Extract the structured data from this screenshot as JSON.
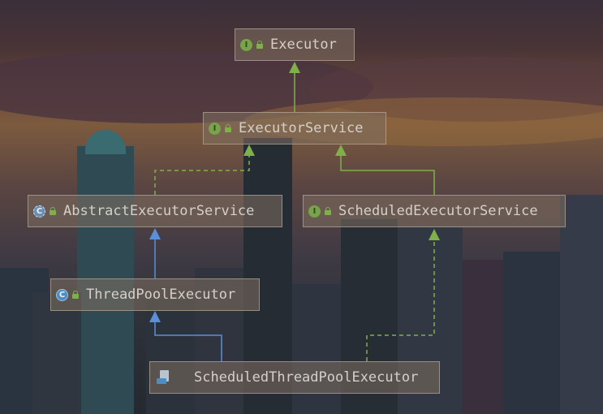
{
  "nodes": {
    "executor": {
      "name": "Executor",
      "icon": "interface-icon",
      "icon_letter": "I"
    },
    "executor_service": {
      "name": "ExecutorService",
      "icon": "interface-icon",
      "icon_letter": "I"
    },
    "abstract_executor_service": {
      "name": "AbstractExecutorService",
      "icon": "abstract-class-icon",
      "icon_letter": "C"
    },
    "scheduled_executor_service": {
      "name": "ScheduledExecutorService",
      "icon": "interface-icon",
      "icon_letter": "I"
    },
    "thread_pool_executor": {
      "name": "ThreadPoolExecutor",
      "icon": "class-icon",
      "icon_letter": "C"
    },
    "scheduled_thread_pool_executor": {
      "name": "ScheduledThreadPoolExecutor",
      "icon": "class-file-icon"
    }
  },
  "relations": [
    {
      "from": "executor_service",
      "to": "executor",
      "kind": "extends-interface"
    },
    {
      "from": "abstract_executor_service",
      "to": "executor_service",
      "kind": "implements"
    },
    {
      "from": "scheduled_executor_service",
      "to": "executor_service",
      "kind": "extends-interface"
    },
    {
      "from": "thread_pool_executor",
      "to": "abstract_executor_service",
      "kind": "extends"
    },
    {
      "from": "scheduled_thread_pool_executor",
      "to": "thread_pool_executor",
      "kind": "extends"
    },
    {
      "from": "scheduled_thread_pool_executor",
      "to": "scheduled_executor_service",
      "kind": "implements"
    }
  ],
  "colors": {
    "interface_inheritance": "#7fb04a",
    "implementation": "#7fb04a",
    "class_inheritance": "#5b8fd6",
    "node_text": "#d4d0c8"
  }
}
